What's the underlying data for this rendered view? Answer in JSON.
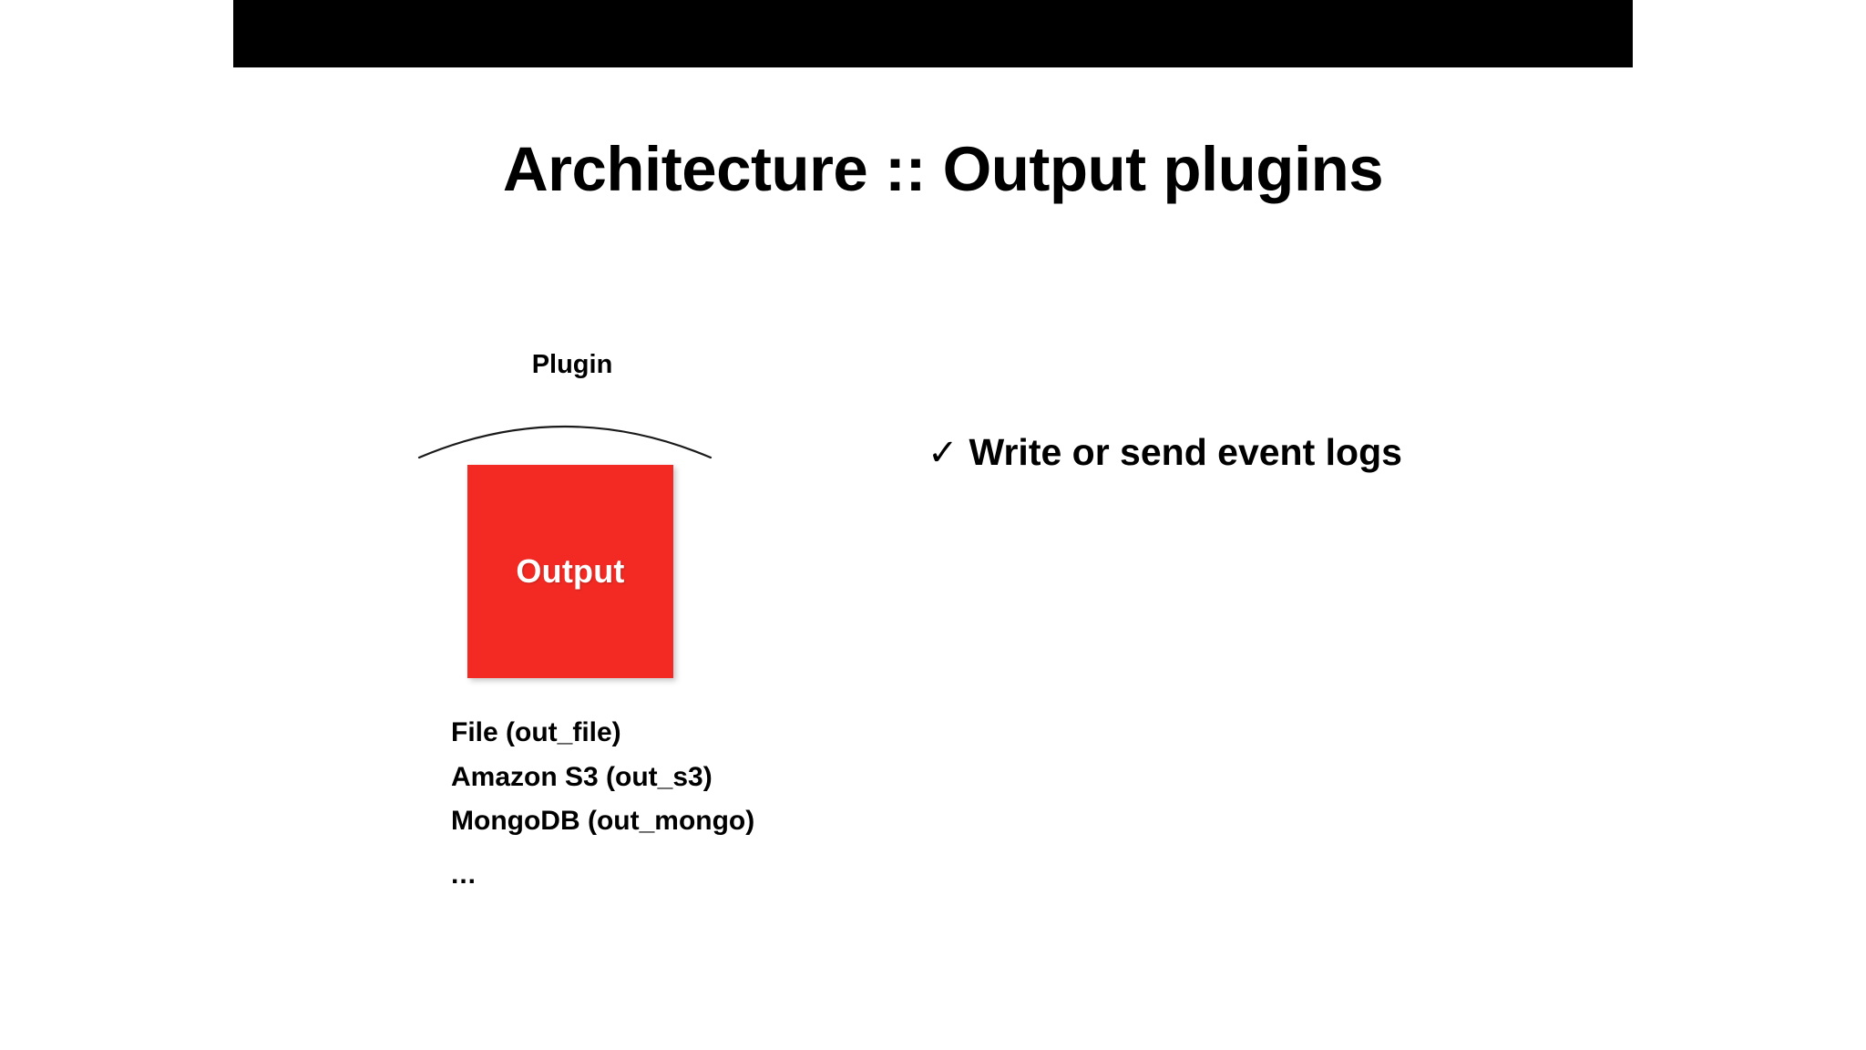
{
  "slide": {
    "title": "Architecture :: Output plugins",
    "background_color": "#ffffff",
    "banner_color": "#000000"
  },
  "diagram": {
    "plugin_label": "Plugin",
    "arc_icon": "arc-bracket-icon",
    "box": {
      "label": "Output",
      "fill_color": "#f22a23",
      "text_color": "#ffffff"
    },
    "plugin_list": [
      "File (out_file)",
      "Amazon S3 (out_s3)",
      "MongoDB (out_mongo)",
      "..."
    ]
  },
  "bullets": [
    {
      "mark": "✓",
      "mark_icon": "check-icon",
      "text": "Write or send event logs"
    }
  ]
}
